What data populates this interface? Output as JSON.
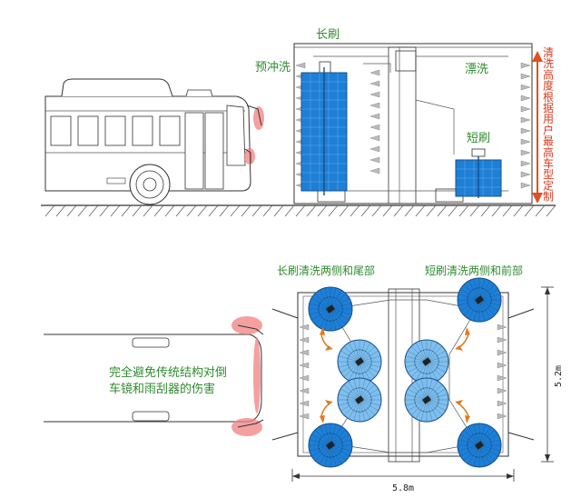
{
  "top_view": {
    "long_brush_label": "长刷",
    "pre_rinse_label": "预冲洗",
    "rinse_label": "漂洗",
    "short_brush_label": "短刷",
    "height_note_chars": [
      "清",
      "洗",
      "高",
      "度",
      "根",
      "据",
      "用",
      "户",
      "最",
      "高",
      "车",
      "型",
      "定",
      "制"
    ]
  },
  "plan_view": {
    "long_brush_caption": "长刷清洗两侧和尾部",
    "short_brush_caption": "短刷清洗两侧和前部",
    "protection_note_line1": "完全避免传统结构对倒",
    "protection_note_line2": "车镜和雨刮器的伤害",
    "width_dim": "5.8m",
    "depth_dim": "5.2m"
  },
  "colors": {
    "brush_blue": "#1e7fd6",
    "brush_light_blue": "#7fbfee",
    "green_text": "#2e8b2e",
    "red_text": "#d83a1f",
    "mirror_highlight": "#f08080",
    "arrow_orange": "#e07a20"
  }
}
